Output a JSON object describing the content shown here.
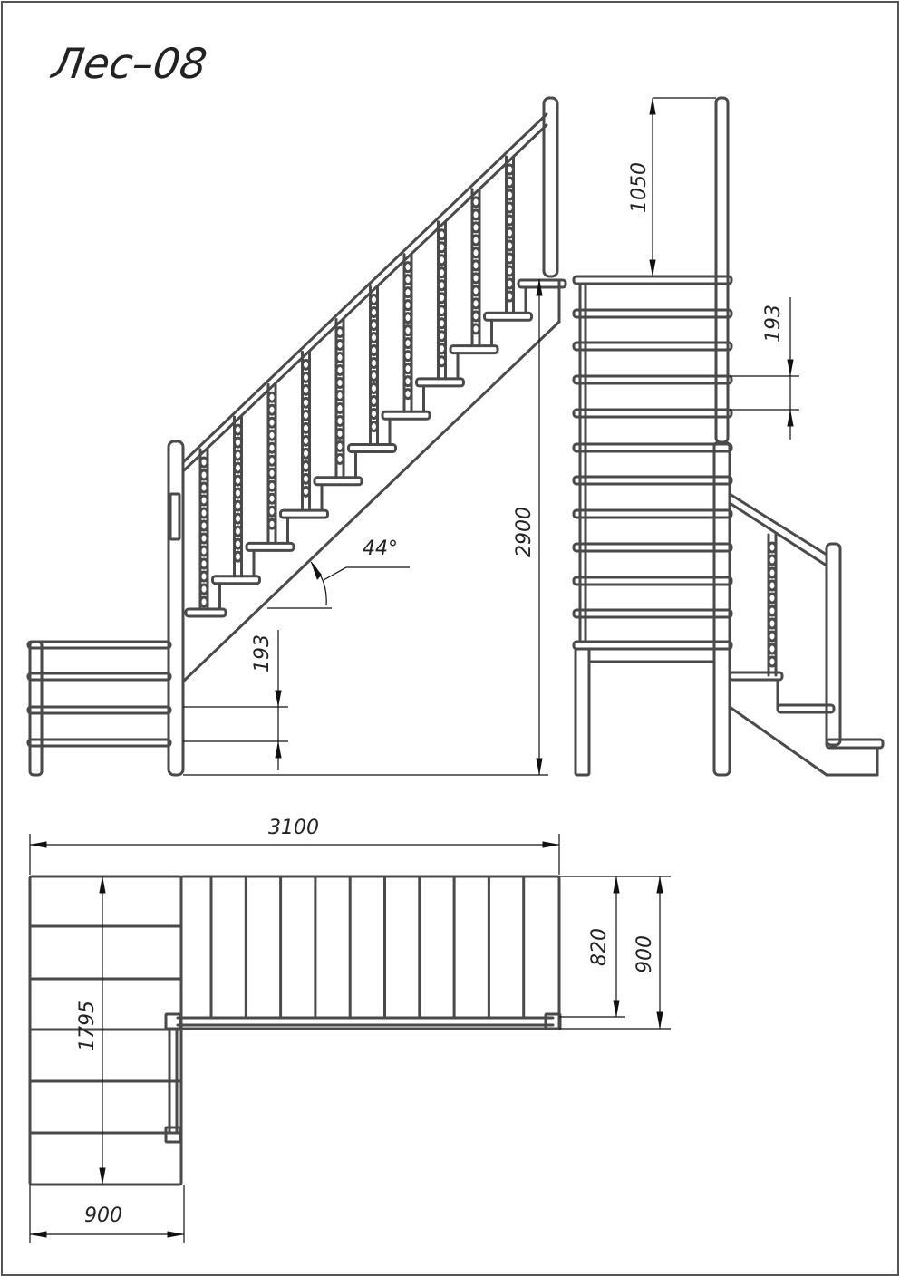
{
  "title": "Лес–08",
  "side_view": {
    "angle_label": "44°",
    "riser_label": "193",
    "height_label": "2900"
  },
  "front_view": {
    "rail_height_label": "1050",
    "riser_label": "193"
  },
  "plan_view": {
    "length_label": "3100",
    "width_label": "820",
    "width_outer_label": "900",
    "side_length_label": "1795",
    "landing_width_label": "900"
  },
  "colors": {
    "line": "#4a4a4a",
    "dimension": "#111111",
    "border": "#555555"
  }
}
